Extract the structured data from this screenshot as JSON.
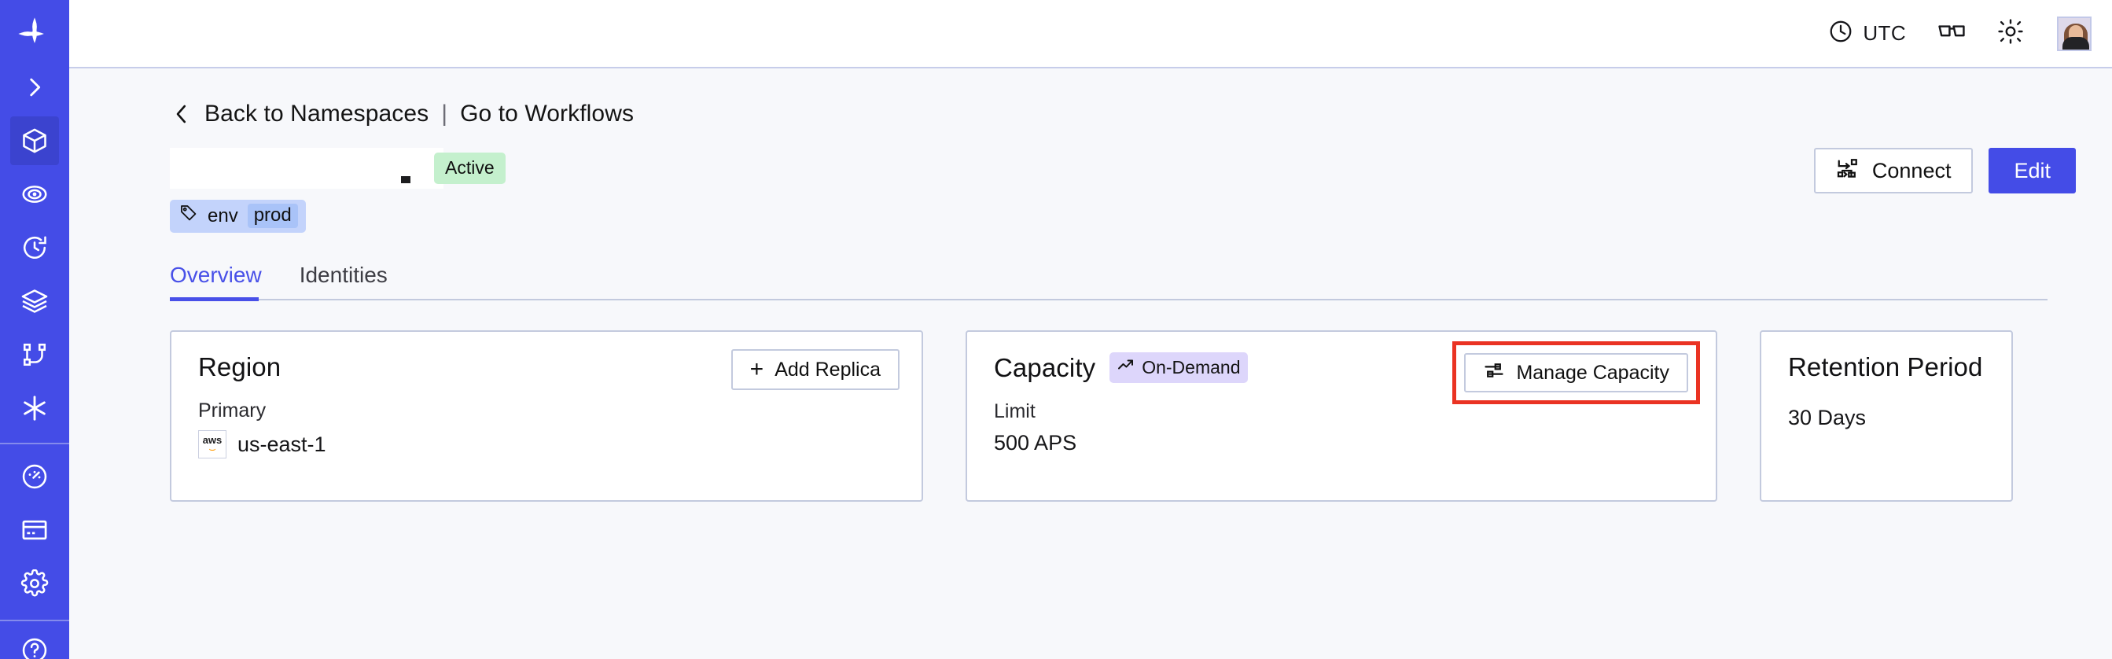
{
  "sidebar": {
    "items": [
      {
        "name": "temporal-logo",
        "icon": "temporal-logo-icon",
        "active": false
      },
      {
        "name": "expand-nav",
        "icon": "chevron-right-icon",
        "active": false
      },
      {
        "name": "namespaces",
        "icon": "cube-icon",
        "active": true
      },
      {
        "name": "observability",
        "icon": "eye-icon",
        "active": false
      },
      {
        "name": "schedules",
        "icon": "clock-rewind-icon",
        "active": false
      },
      {
        "name": "layers",
        "icon": "layers-icon",
        "active": false
      },
      {
        "name": "workflows",
        "icon": "git-branch-icon",
        "active": false
      },
      {
        "name": "nexus",
        "icon": "asterisk-icon",
        "active": false
      },
      {
        "name": "usage",
        "icon": "gauge-icon",
        "active": false
      },
      {
        "name": "billing",
        "icon": "credit-card-icon",
        "active": false
      },
      {
        "name": "settings",
        "icon": "gear-icon",
        "active": false
      },
      {
        "name": "help",
        "icon": "help-circle-icon",
        "active": false
      }
    ]
  },
  "topbar": {
    "timezone_label": "UTC",
    "timezone_icon": "clock-icon",
    "glasses_icon": "glasses-icon",
    "theme_icon": "sun-icon",
    "avatar_name": "user-avatar"
  },
  "breadcrumb": {
    "back_icon": "chevron-left-icon",
    "back_label": "Back to Namespaces",
    "separator": "|",
    "forward_label": "Go to Workflows"
  },
  "header": {
    "namespace_title": "",
    "status_badge": "Active",
    "connect_label": "Connect",
    "connect_icon": "connect-icon",
    "edit_label": "Edit"
  },
  "tag": {
    "icon": "tag-icon",
    "key": "env",
    "value": "prod"
  },
  "tabs": [
    {
      "label": "Overview",
      "active": true
    },
    {
      "label": "Identities",
      "active": false
    }
  ],
  "cards": {
    "region": {
      "title": "Region",
      "action_label": "Add Replica",
      "action_icon": "plus-icon",
      "sub_label": "Primary",
      "provider_icon": "aws-icon",
      "provider_text": "aws",
      "value": "us-east-1"
    },
    "capacity": {
      "title": "Capacity",
      "pill_label": "On-Demand",
      "pill_icon": "trend-up-icon",
      "action_label": "Manage Capacity",
      "action_icon": "sliders-icon",
      "sub_label": "Limit",
      "value": "500 APS",
      "highlighted": true
    },
    "retention": {
      "title": "Retention Period",
      "value": "30 Days"
    }
  },
  "colors": {
    "brand": "#444ce7",
    "sidebar_active": "#3b43cf",
    "page_bg": "#f7f8fb",
    "card_border": "#c3cade",
    "status_active_bg": "#c4f0cd",
    "tag_bg": "#c3d3fb",
    "tag_value_bg": "#a9c3f8",
    "pill_bg": "#ddd6fb",
    "highlight_outline": "#ea3323",
    "tab_active": "#4850e8"
  }
}
